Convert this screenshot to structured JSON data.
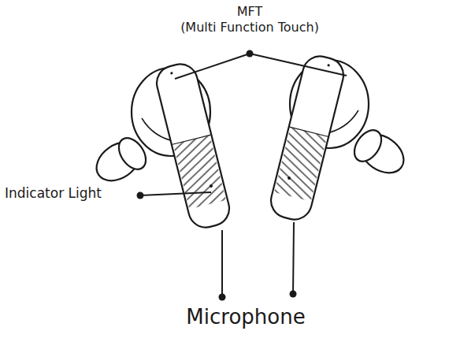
{
  "diagram": {
    "labels": [
      "MFT",
      "(Multi Function Touch)",
      "Indicator Light",
      "Microphone"
    ]
  }
}
